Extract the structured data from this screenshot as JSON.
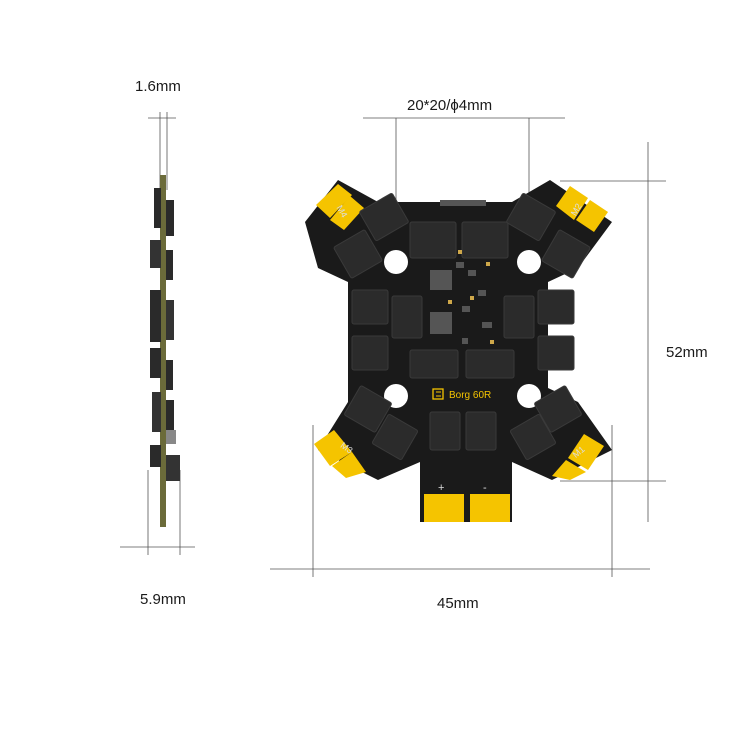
{
  "dimensions": {
    "thickness": "1.6mm",
    "mount": "20*20/ϕ4mm",
    "height": "52mm",
    "side_width": "5.9mm",
    "width": "45mm"
  },
  "board": {
    "model": "Borg 60R",
    "motors": [
      "M1",
      "M2",
      "M3",
      "M4"
    ],
    "pad_plus": "+",
    "pad_minus": "-"
  },
  "colors": {
    "pcb": "#1a1a1a",
    "pad": "#f5c400",
    "line": "#555555",
    "side_pcb": "#6b6b3a"
  }
}
